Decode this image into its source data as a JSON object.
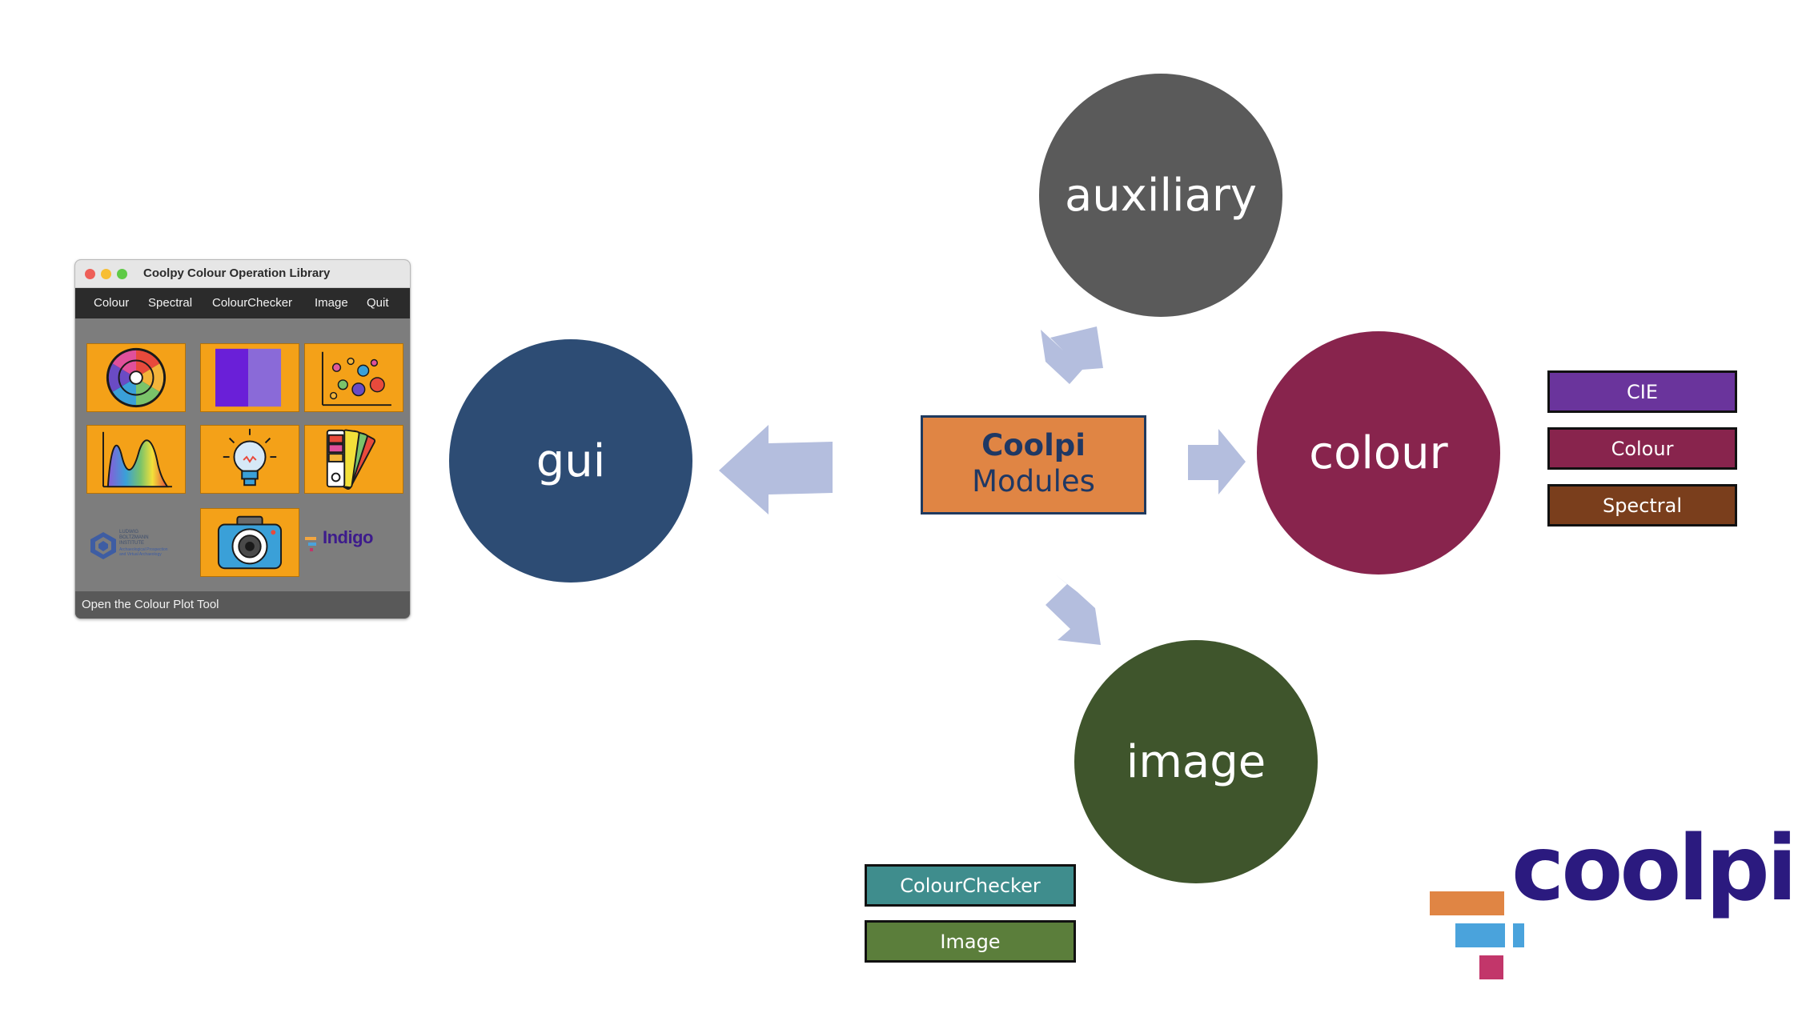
{
  "window": {
    "title": "Coolpy Colour Operation Library",
    "menu": [
      "Colour",
      "Spectral",
      "ColourChecker",
      "Image",
      "Quit"
    ],
    "tiles": [
      {
        "icon": "colour-wheel-icon"
      },
      {
        "icon": "colour-swatch-icon"
      },
      {
        "icon": "bubble-plot-icon"
      },
      {
        "icon": "spectrum-plot-icon"
      },
      {
        "icon": "light-bulb-icon"
      },
      {
        "icon": "colour-fan-deck-icon"
      },
      {
        "icon": "camera-icon"
      }
    ],
    "logos": {
      "lbi_title": "LUDWIG\nBOLTZMANN\nINSTITUTE",
      "lbi_subtitle": "Archaeological Prospection\nand Virtual Archaeology",
      "indigo": "Indigo"
    },
    "status": "Open the Colour Plot Tool"
  },
  "core": {
    "title": "Coolpi",
    "subtitle": "Modules"
  },
  "modules": {
    "gui": "gui",
    "auxiliary": "auxiliary",
    "colour": "colour",
    "image": "image"
  },
  "colour_tags": [
    "CIE",
    "Colour",
    "Spectral"
  ],
  "image_tags": [
    "ColourChecker",
    "Image"
  ],
  "logo": {
    "word": "coolpi"
  },
  "colors": {
    "gui": "#2d4c74",
    "auxiliary": "#5a5a5a",
    "colour": "#88244d",
    "image": "#3f552c",
    "core": "#e08544",
    "arrow": "#b4bede",
    "tag_cie": "#6a349c",
    "tag_colour": "#88244d",
    "tag_spectral": "#7a3e1c",
    "tag_colourchecker": "#3f8d8d",
    "tag_image": "#5b7e3b",
    "logo_orange": "#e08544",
    "logo_blue": "#4aa3dc",
    "logo_pink": "#c2366a"
  }
}
